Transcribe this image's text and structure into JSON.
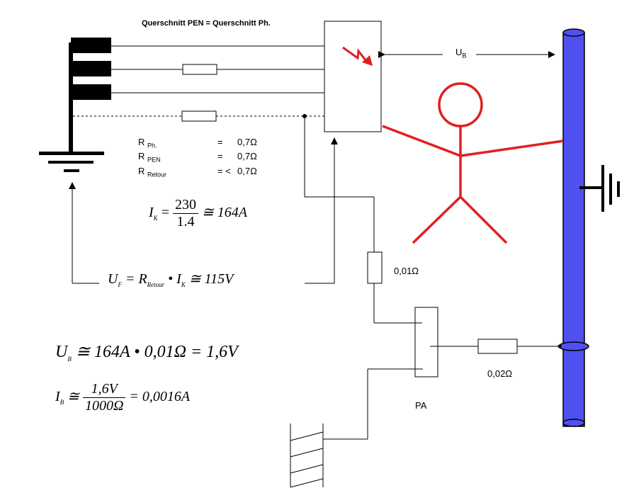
{
  "title": "Querschnitt PEN = Querschnitt Ph.",
  "ub_label": "U",
  "ub_sub": "B",
  "resistances": [
    {
      "r": "R",
      "sub": "Ph.",
      "eq": "=",
      "value": "0,7Ω"
    },
    {
      "r": "R",
      "sub": "PEN",
      "eq": "=",
      "value": "0,7Ω"
    },
    {
      "r": "R",
      "sub": "Retour",
      "eq": "= <",
      "value": "0,7Ω"
    }
  ],
  "formula_ik": {
    "lhs": "I",
    "lhs_sub": "K",
    "eq": "=",
    "num": "230",
    "den": "1.4",
    "approx": "≅ 164A"
  },
  "formula_uf": {
    "lhs": "U",
    "lhs_sub": "F",
    "eq": "= R",
    "r_sub": "Retour",
    "mid": "• I",
    "i_sub": "K",
    "approx": "≅ 115V"
  },
  "formula_ub": {
    "lhs": "U",
    "lhs_sub": "B",
    "rest": "≅ 164A • 0,01Ω = 1,6V"
  },
  "formula_ib": {
    "lhs": "I",
    "lhs_sub": "B",
    "approx": "≅",
    "num": "1,6V",
    "den": "1000Ω",
    "rest": "= 0,0016A"
  },
  "labels": {
    "r_pa": "0,01Ω",
    "r_pipe": "0,02Ω",
    "pa": "PA"
  },
  "colors": {
    "person": "#e02020",
    "pipe": "#5050f0",
    "lines": "#000000"
  }
}
